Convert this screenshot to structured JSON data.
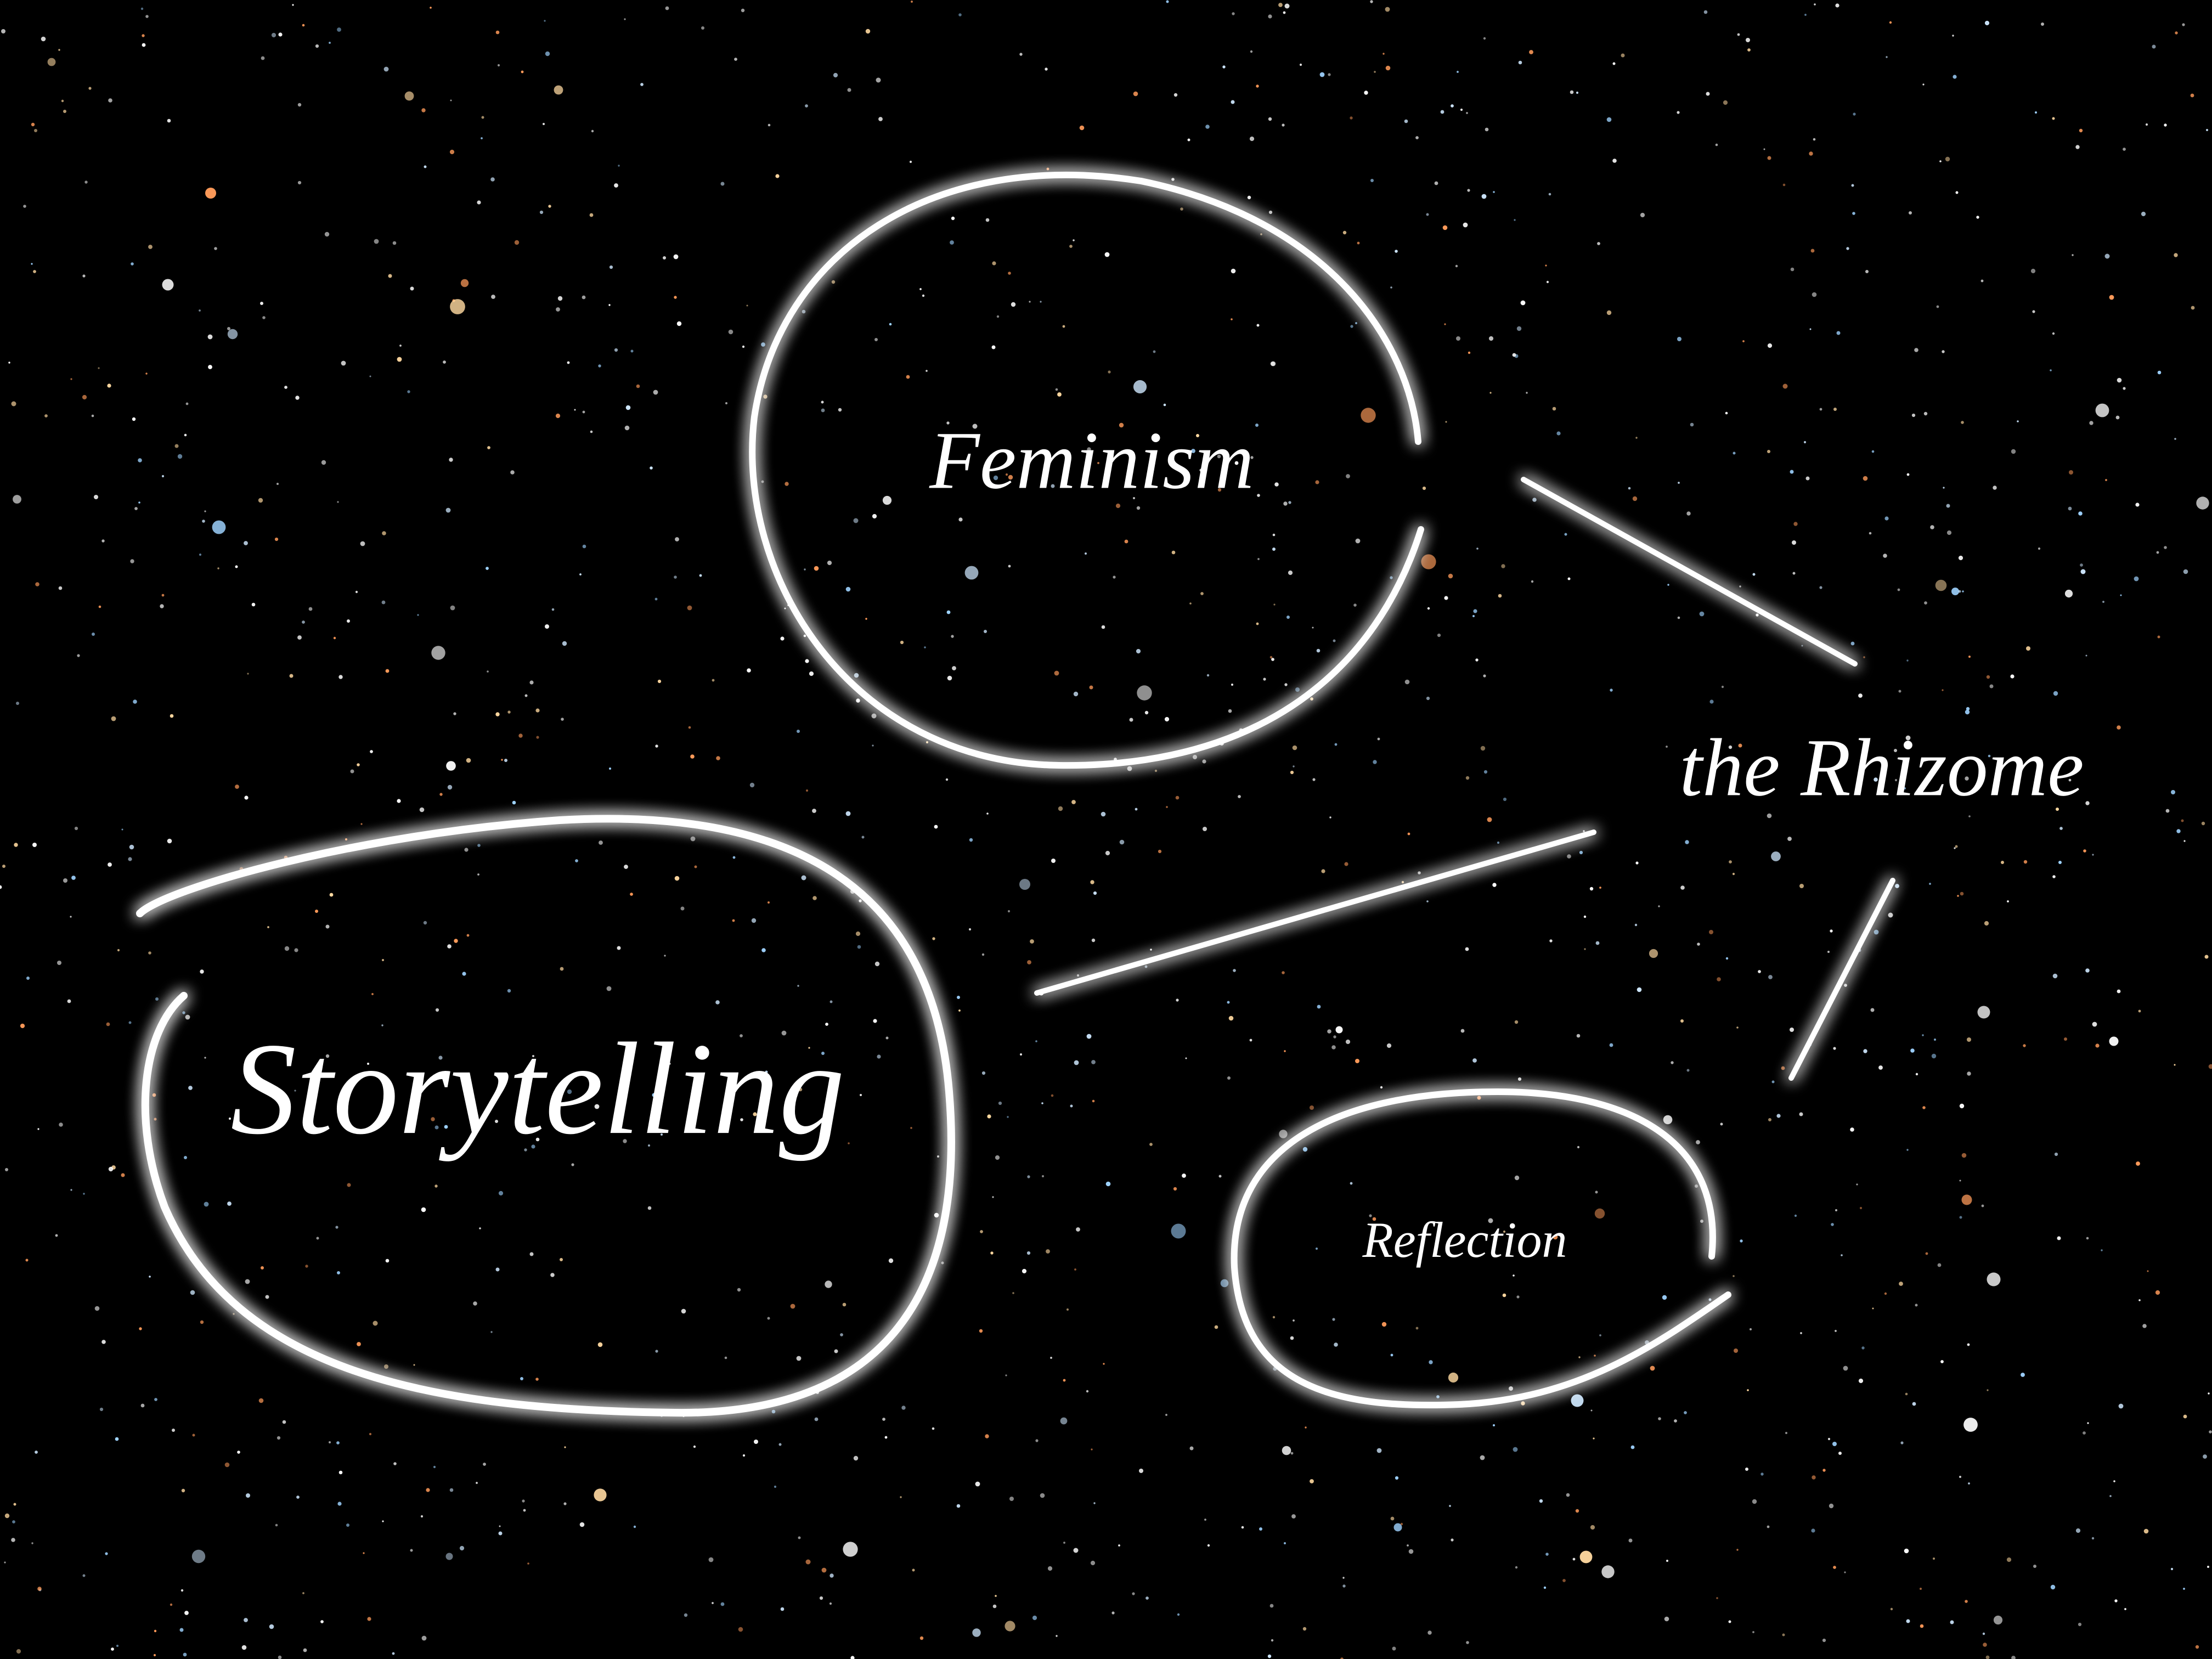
{
  "labels": {
    "feminism": "Feminism",
    "rhizome": "the Rhizome",
    "storytelling": "Storytelling",
    "reflection": "Reflection"
  },
  "colors": {
    "background": "#000000",
    "stroke": "#ffffff",
    "glow": "#dddddd"
  }
}
